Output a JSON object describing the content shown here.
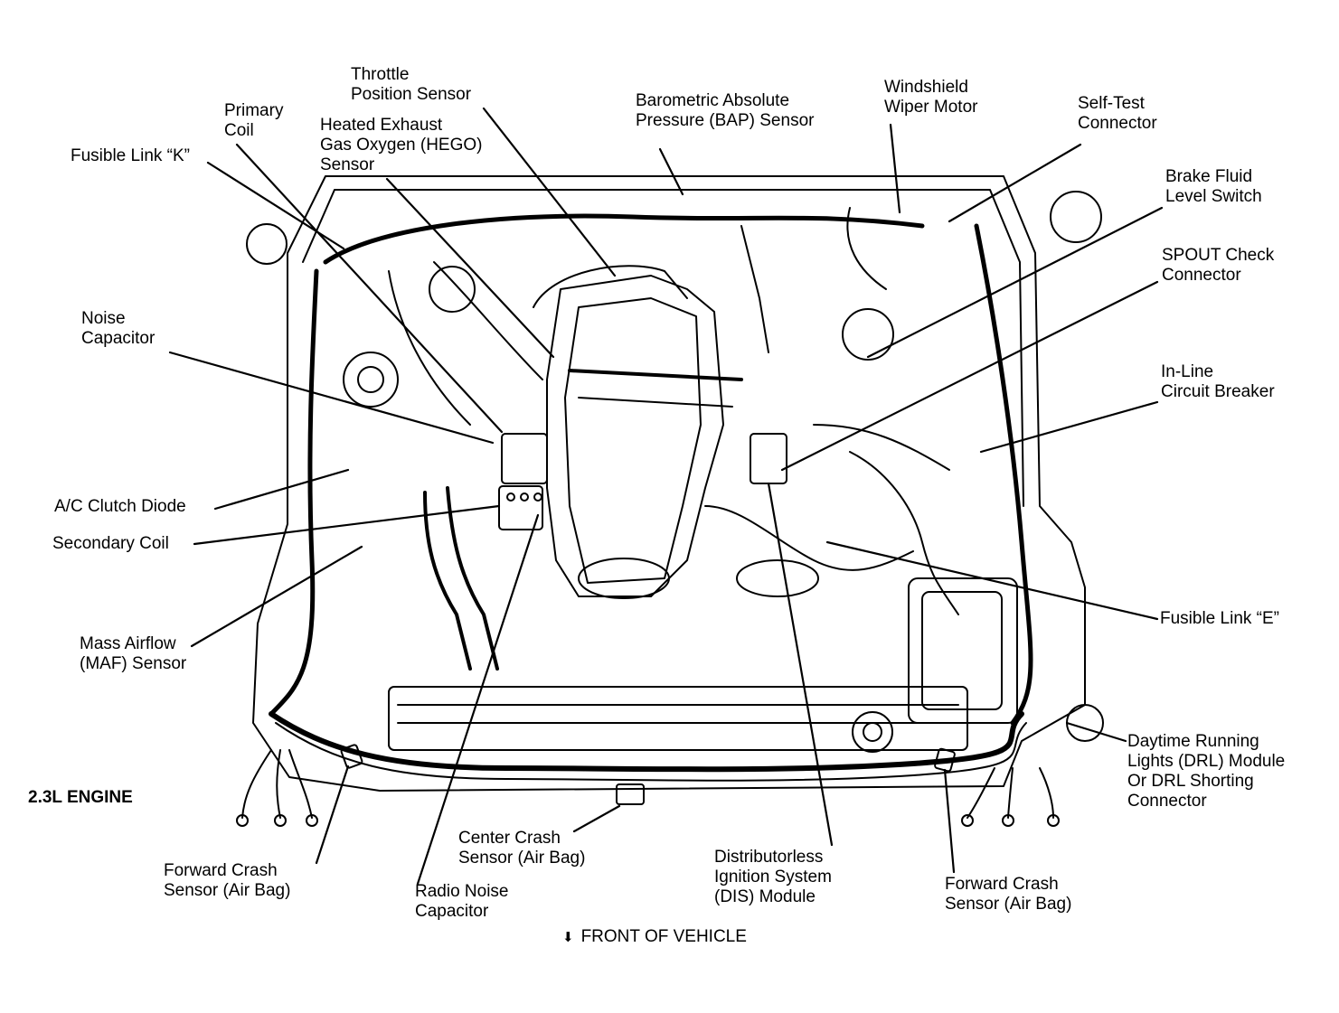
{
  "diagram": {
    "engine_label": "2.3L ENGINE",
    "footer": {
      "arrow_glyph": "⬇",
      "text": "FRONT OF VEHICLE"
    },
    "labels": [
      {
        "id": "throttle-position-sensor",
        "lines": [
          "Throttle",
          "Position Sensor"
        ]
      },
      {
        "id": "primary-coil",
        "lines": [
          "Primary",
          "Coil"
        ]
      },
      {
        "id": "hego-sensor",
        "lines": [
          "Heated Exhaust",
          "Gas Oxygen (HEGO)",
          "Sensor"
        ]
      },
      {
        "id": "bap-sensor",
        "lines": [
          "Barometric Absolute",
          "Pressure (BAP) Sensor"
        ]
      },
      {
        "id": "windshield-wiper-motor",
        "lines": [
          "Windshield",
          "Wiper Motor"
        ]
      },
      {
        "id": "self-test-connector",
        "lines": [
          "Self-Test",
          "Connector"
        ]
      },
      {
        "id": "fusible-link-k",
        "lines": [
          "Fusible Link “K”"
        ]
      },
      {
        "id": "brake-fluid-level-switch",
        "lines": [
          "Brake Fluid",
          "Level Switch"
        ]
      },
      {
        "id": "spout-check-connector",
        "lines": [
          "SPOUT Check",
          "Connector"
        ]
      },
      {
        "id": "noise-capacitor",
        "lines": [
          "Noise",
          "Capacitor"
        ]
      },
      {
        "id": "in-line-circuit-breaker",
        "lines": [
          "In-Line",
          "Circuit Breaker"
        ]
      },
      {
        "id": "ac-clutch-diode",
        "lines": [
          "A/C Clutch Diode"
        ]
      },
      {
        "id": "secondary-coil",
        "lines": [
          "Secondary Coil"
        ]
      },
      {
        "id": "fusible-link-e",
        "lines": [
          "Fusible Link “E”"
        ]
      },
      {
        "id": "maf-sensor",
        "lines": [
          "Mass Airflow",
          "(MAF) Sensor"
        ]
      },
      {
        "id": "drl-module",
        "lines": [
          "Daytime Running",
          "Lights (DRL) Module",
          "Or DRL Shorting",
          "Connector"
        ]
      },
      {
        "id": "center-crash-sensor",
        "lines": [
          "Center Crash",
          "Sensor (Air Bag)"
        ]
      },
      {
        "id": "forward-crash-sensor-left",
        "lines": [
          "Forward Crash",
          "Sensor (Air Bag)"
        ]
      },
      {
        "id": "radio-noise-capacitor",
        "lines": [
          "Radio Noise",
          "Capacitor"
        ]
      },
      {
        "id": "dis-module",
        "lines": [
          "Distributorless",
          "Ignition System",
          "(DIS) Module"
        ]
      },
      {
        "id": "forward-crash-sensor-right",
        "lines": [
          "Forward Crash",
          "Sensor (Air Bag)"
        ]
      }
    ]
  }
}
